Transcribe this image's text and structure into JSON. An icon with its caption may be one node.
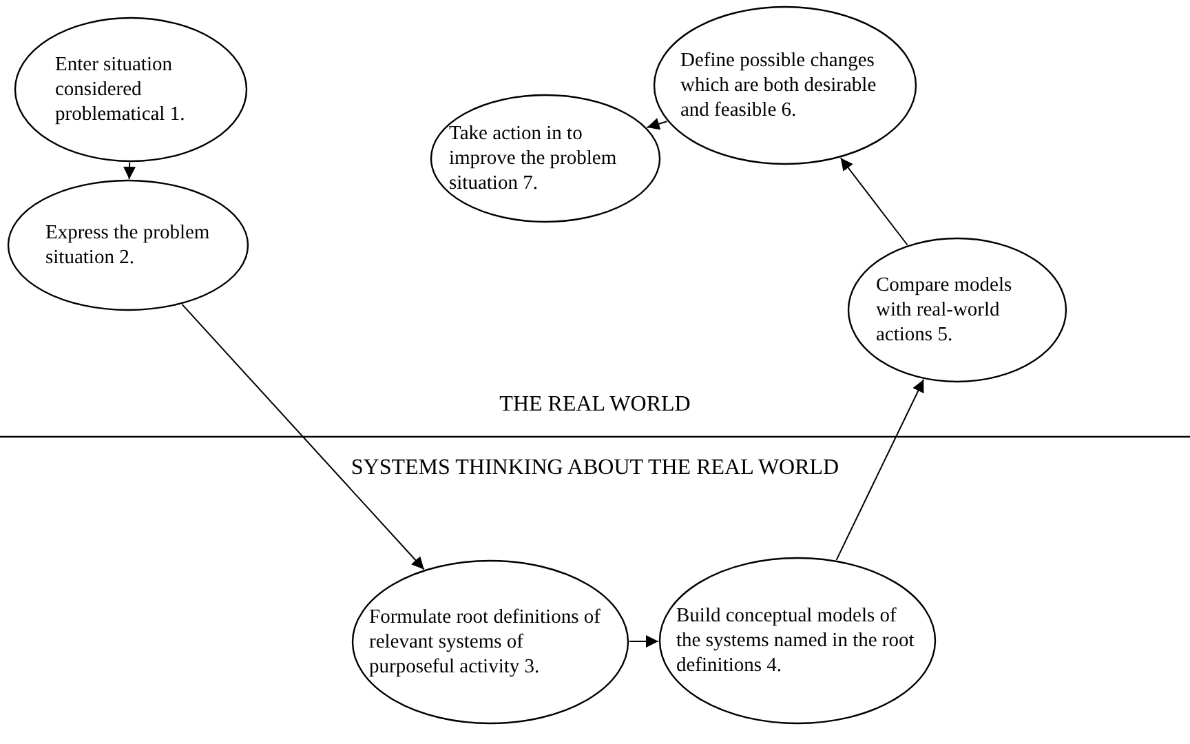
{
  "diagram": {
    "nodes": [
      {
        "text": [
          "Enter situation considered problematical 1."
        ]
      },
      {
        "text": [
          "Express the problem situation 2."
        ]
      },
      {
        "text": [
          "Take action in to improve the problem situation 7."
        ]
      },
      {
        "text": [
          "Define possible changes which are both desirable and feasible 6."
        ]
      },
      {
        "text": [
          "Compare models with real-world actions 5."
        ]
      },
      {
        "text": [
          "Formulate root definitions of relevant systems of purposeful activity 3."
        ]
      },
      {
        "text": [
          "Build conceptual models of the systems named in the root definitions 4."
        ]
      }
    ],
    "edges": [
      {
        "from": 0,
        "to": 1,
        "arrow": "to"
      },
      {
        "from": 1,
        "to": 5,
        "arrow": "to"
      },
      {
        "from": 5,
        "to": 6,
        "arrow": "to"
      },
      {
        "from": 6,
        "to": 4,
        "arrow": "to"
      },
      {
        "from": 4,
        "to": 3,
        "arrow": "to"
      },
      {
        "from": 3,
        "to": 2,
        "arrow": "to"
      }
    ],
    "labels": [
      "THE REAL WORLD",
      "SYSTEMS THINKING ABOUT THE REAL WORLD"
    ]
  }
}
